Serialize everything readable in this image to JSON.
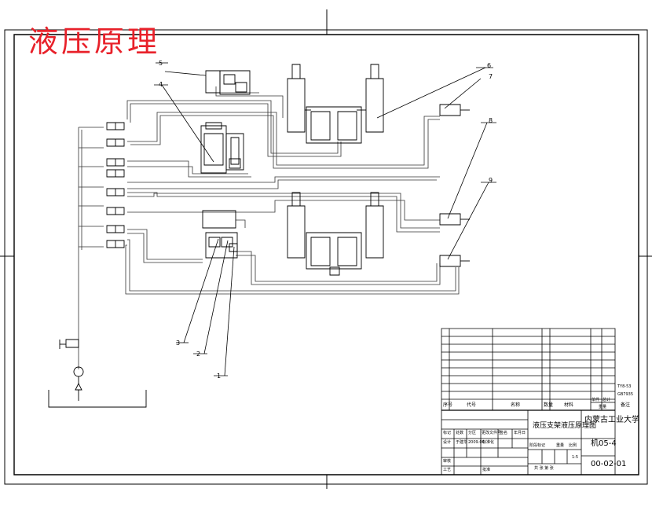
{
  "title": "液压原理",
  "callouts": [
    "1",
    "2",
    "3",
    "4",
    "5",
    "6",
    "7",
    "8",
    "9"
  ],
  "title_block": {
    "designation_title": "液压支架液压原理图",
    "school": "内蒙古工业大学",
    "class_code": "机05-4",
    "drawing_number": "00-02-01",
    "ratio": "1:5",
    "header_seq": "序号",
    "header_code": "代号",
    "header_name": "名称",
    "header_qty": "数量",
    "header_material": "材料",
    "header_unit_weight": "单件",
    "header_total_weight": "总计",
    "header_weight": "重量",
    "header_remark": "备注",
    "stage_label": "阶段标记",
    "weight_label": "重量",
    "scale_label": "比例",
    "sheets_label": "共 张 第 张",
    "design_label": "设计",
    "review_label": "审核",
    "process_label": "工艺",
    "approve_label": "批准",
    "std_label": "标准化",
    "date_label": "2009.06",
    "mark_label": "标记",
    "count_label": "处数",
    "zone_label": "分区",
    "change_doc_label": "更改文件号",
    "sign_label": "签名",
    "ymd_label": "年月日",
    "name_person": "于建华",
    "spec_1": "TY8-53",
    "spec_2": "GB7935"
  }
}
